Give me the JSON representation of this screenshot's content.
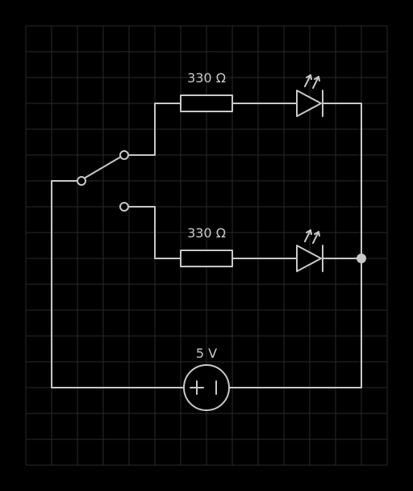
{
  "diagram": {
    "colors": {
      "background": "#000000",
      "grid": "#2a2a2a",
      "wire": "#c8c8c8"
    },
    "labels": {
      "resistor_top": "330 Ω",
      "resistor_bottom": "330 Ω",
      "source": "5 V"
    },
    "icons": {
      "source": "dc-voltage-source-icon",
      "switch": "spdt-switch-icon",
      "led": "led-icon",
      "resistor": "resistor-icon"
    }
  }
}
